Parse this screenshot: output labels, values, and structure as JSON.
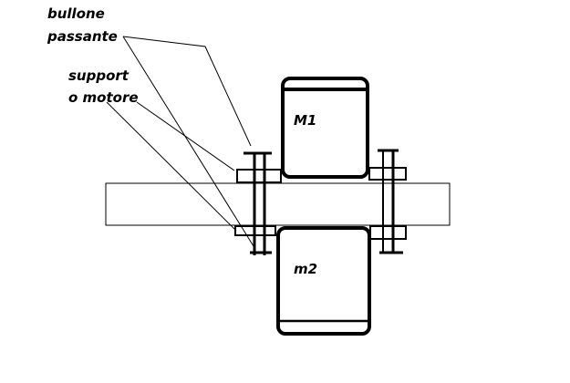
{
  "labels": {
    "bolt_line1": "bullone",
    "bolt_line2": "passante",
    "support_line1": "support",
    "support_line2": "o motore",
    "motor_top": "M1",
    "motor_bottom": "m2"
  },
  "colors": {
    "background": "#ffffff",
    "ink": "#000000"
  }
}
